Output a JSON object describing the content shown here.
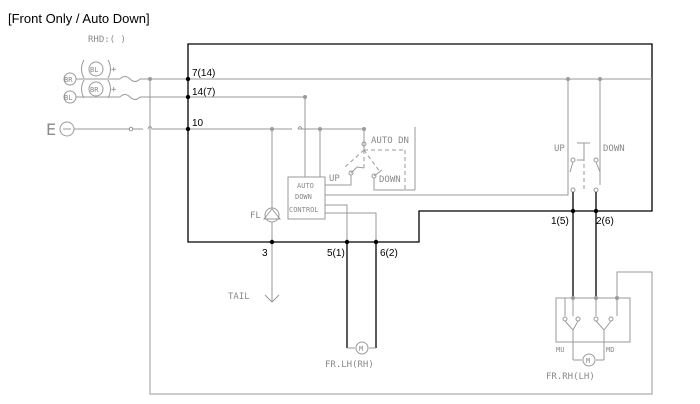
{
  "title": "[Front Only / Auto Down]",
  "rhd_label": "RHD:( )",
  "connectors": {
    "c7_14": "7(14)",
    "c14_7": "14(7)",
    "c10": "10",
    "c3": "3",
    "c5_1": "5(1)",
    "c6_2": "6(2)",
    "c1_5": "1(5)",
    "c2_6": "2(6)"
  },
  "wires": {
    "br1": "BR",
    "bl1": "BL",
    "bl2": "BL",
    "br2": "BR",
    "plus1": "+",
    "plus2": "+"
  },
  "ground_label": "E",
  "switch": {
    "auto_dn": "AUTO DN",
    "up": "UP",
    "down": "DOWN"
  },
  "control": {
    "line1": "AUTO",
    "line2": "DOWN",
    "line3": "CONTROL"
  },
  "fl_label": "FL",
  "tail_label": "TAIL",
  "motor_left": {
    "symbol": "M",
    "label": "FR.LH(RH)"
  },
  "right_switch": {
    "up": "UP",
    "down": "DOWN"
  },
  "motor_right": {
    "symbol": "M",
    "label": "FR.RH(LH)"
  },
  "relay": {
    "mu": "MU",
    "md": "MD"
  }
}
